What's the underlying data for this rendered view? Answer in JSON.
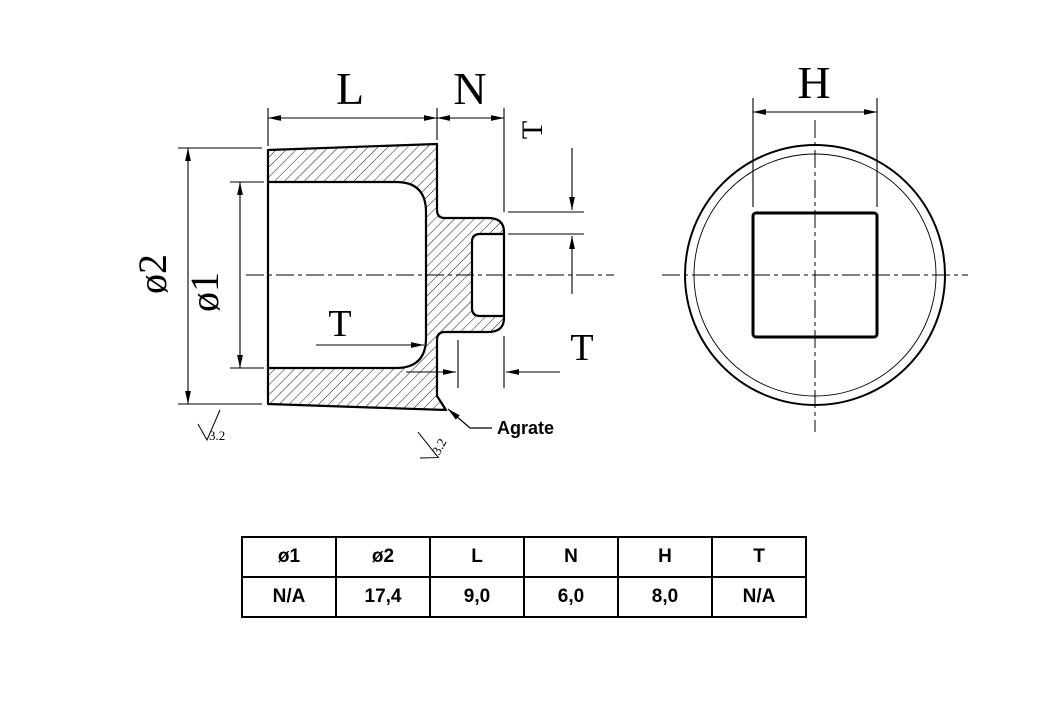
{
  "drawing": {
    "labels": {
      "L": "L",
      "N": "N",
      "H": "H",
      "T_top": "T",
      "T_inside": "T",
      "T_bottom": "T",
      "dia1": "ø1",
      "dia2": "ø2",
      "agrate": "Agrate",
      "roughness_left": "3.2",
      "roughness_bottom": "3.2"
    }
  },
  "table": {
    "headers": [
      "ø1",
      "ø2",
      "L",
      "N",
      "H",
      "T"
    ],
    "values": [
      "N/A",
      "17,4",
      "9,0",
      "6,0",
      "8,0",
      "N/A"
    ]
  },
  "colors": {
    "line": "#000000",
    "background": "#ffffff"
  }
}
